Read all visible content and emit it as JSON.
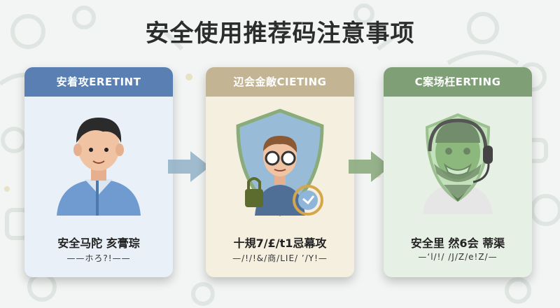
{
  "title": "安全使用推荐码注意事项",
  "cards": [
    {
      "header": "安着攻ERETINT",
      "caption": "安全马陀 亥膏琮",
      "sub": "——ホろ?!——",
      "header_color": "#5a7fb3",
      "body_color": "#e9f0f8"
    },
    {
      "header": "辺会金敵CIETING",
      "caption": "十規7/£/t1忌幕攻",
      "sub": "—/!/!&/商/LIE/ ’/Y!—",
      "header_color": "#c3b594",
      "body_color": "#f5efe0"
    },
    {
      "header": "C案场枉ERTING",
      "caption": "安全里 然6会 蒂渠",
      "sub": "—‘l/!/ /J/Z/e!Z/—",
      "header_color": "#7f9f76",
      "body_color": "#e7f0e4"
    }
  ],
  "icons": [
    "person-icon",
    "shield-lock-icon",
    "shield-face-icon"
  ],
  "colors": {
    "arrow": "#8fb0c6",
    "arrow_green": "#8cab7f"
  }
}
